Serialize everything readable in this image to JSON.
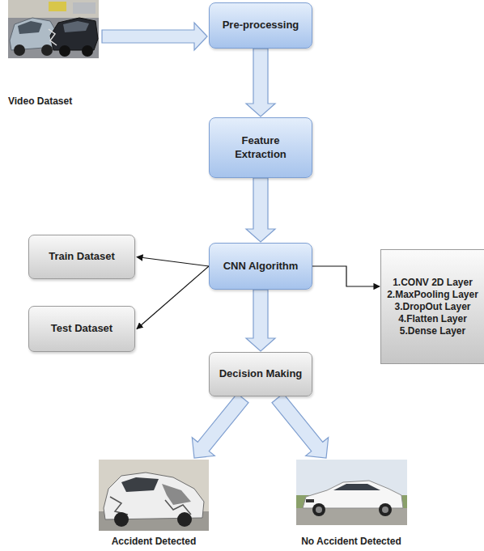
{
  "diagram": {
    "nodes": [
      {
        "text": [
          "Pre-processing"
        ]
      },
      {
        "text": [
          "Feature Extraction"
        ]
      },
      {
        "text": [
          "CNN Algorithm"
        ]
      },
      {
        "text": [
          "Train Dataset"
        ]
      },
      {
        "text": [
          "Test Dataset"
        ]
      },
      {
        "text": [
          "1.CONV 2D Layer",
          "2.MaxPooling Layer",
          "3.DropOut Layer",
          "4.Flatten Layer",
          "5.Dense Layer"
        ]
      },
      {
        "text": [
          "Decision Making"
        ]
      }
    ],
    "edges": [
      {
        "from": 0,
        "to": 1,
        "arrow": "to"
      },
      {
        "from": 1,
        "to": 2,
        "arrow": "to"
      },
      {
        "from": 2,
        "to": 3,
        "arrow": "to"
      },
      {
        "from": 2,
        "to": 4,
        "arrow": "to"
      },
      {
        "from": 2,
        "to": 5,
        "arrow": "to"
      },
      {
        "from": 2,
        "to": 6,
        "arrow": "to"
      }
    ],
    "labels": [
      "Video Dataset",
      "Accident Detected",
      "No Accident Detected"
    ]
  }
}
